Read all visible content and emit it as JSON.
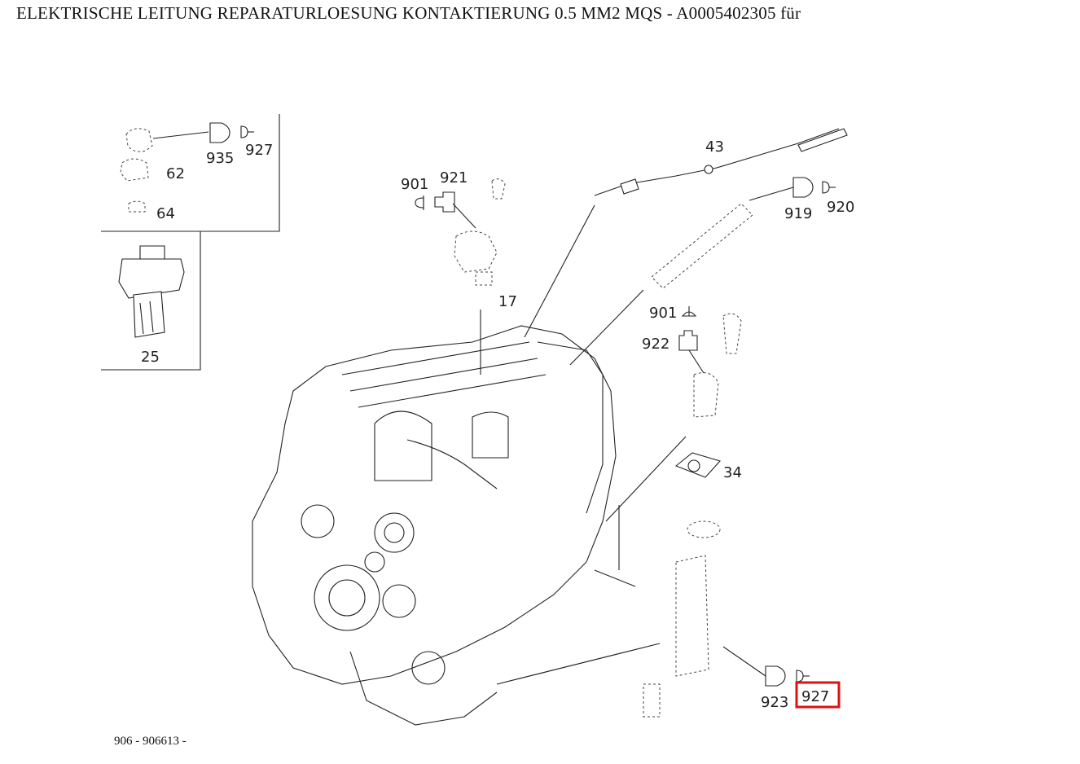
{
  "title": "ELEKTRISCHE LEITUNG REPARATURLOESUNG KONTAKTIERUNG 0.5 MM2 MQS - A0005402305 für",
  "footer": "906 - 906613 -",
  "highlight_color": "#e01010",
  "labels": {
    "l935": "935",
    "l927a": "927",
    "l62": "62",
    "l64": "64",
    "l25": "25",
    "l901a": "901",
    "l921": "921",
    "l17": "17",
    "l43": "43",
    "l919": "919",
    "l920": "920",
    "l901b": "901",
    "l922": "922",
    "l34": "34",
    "l923": "923",
    "l927b": "927"
  }
}
